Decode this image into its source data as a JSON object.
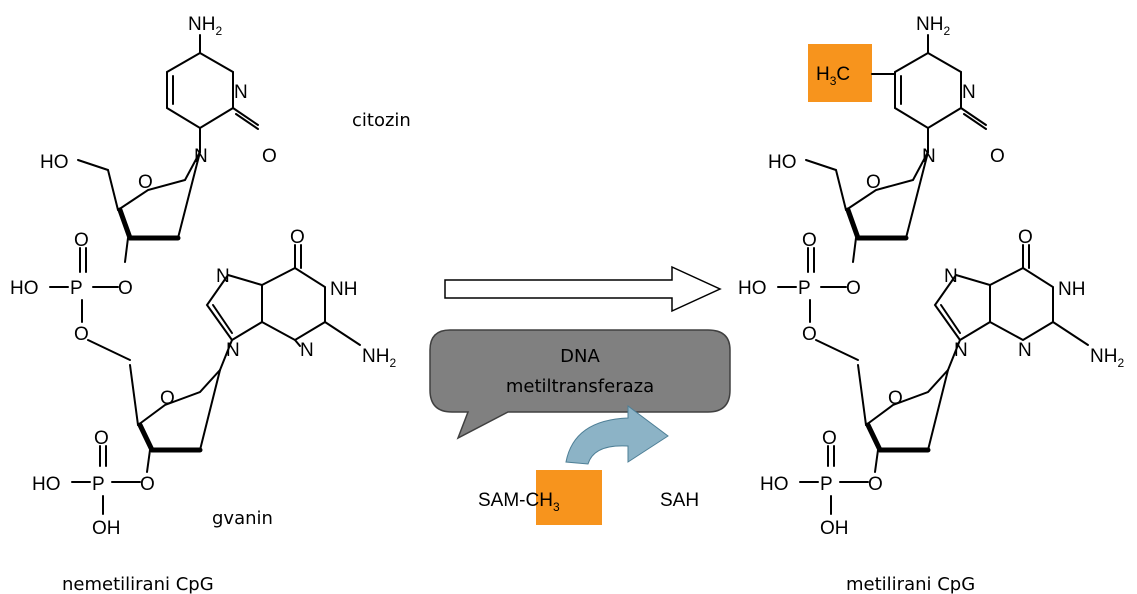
{
  "labels": {
    "cytosine": "citozin",
    "guanine": "gvanin",
    "left_caption": "nemetilirani CpG",
    "right_caption": "metilirani CpG"
  },
  "enzyme": {
    "line1": "DNA",
    "line2": "metiltransferaza"
  },
  "cofactor": {
    "donor_prefix": "SAM-",
    "methyl": "CH",
    "methyl_sub": "3",
    "product": "SAH"
  },
  "methyl_group": {
    "h": "H",
    "h_sub": "3",
    "c": "C"
  },
  "atoms": {
    "nh2_n": "NH",
    "nh2_sub": "2",
    "n": "N",
    "o": "O",
    "ho": "HO",
    "oh": "OH",
    "p": "P",
    "nh": "NH"
  },
  "colors": {
    "highlight": "#f7941d",
    "enzyme_fill": "#808080",
    "arrow_fill": "#8cb3c6"
  }
}
